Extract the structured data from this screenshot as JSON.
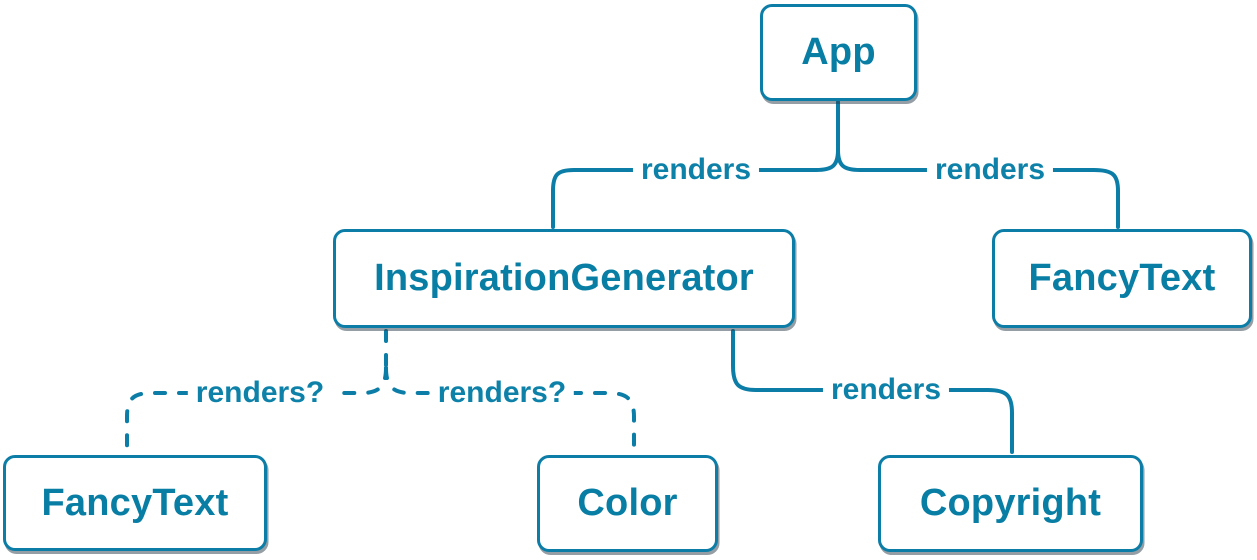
{
  "diagram": {
    "type": "component-tree",
    "colors": {
      "stroke": "#0b7da6",
      "node_border": "#0b7da6",
      "node_fill": "#ffffff",
      "text": "#087ea4",
      "edge_label_text": "#0d81a8",
      "shadow": "rgba(42,62,74,0.5)",
      "background": "#ffffff"
    },
    "nodes": [
      {
        "id": "app",
        "label": "App"
      },
      {
        "id": "inspiration-generator",
        "label": "InspirationGenerator"
      },
      {
        "id": "fancy-text-top",
        "label": "FancyText"
      },
      {
        "id": "fancy-text-bottom",
        "label": "FancyText"
      },
      {
        "id": "color",
        "label": "Color"
      },
      {
        "id": "copyright",
        "label": "Copyright"
      }
    ],
    "edges": [
      {
        "from": "App",
        "to": "InspirationGenerator",
        "label": "renders",
        "style": "solid"
      },
      {
        "from": "App",
        "to": "FancyText",
        "label": "renders",
        "style": "solid"
      },
      {
        "from": "InspirationGenerator",
        "to": "FancyText",
        "label": "renders?",
        "style": "dashed"
      },
      {
        "from": "InspirationGenerator",
        "to": "Color",
        "label": "renders?",
        "style": "dashed"
      },
      {
        "from": "InspirationGenerator",
        "to": "Copyright",
        "label": "renders",
        "style": "solid"
      }
    ]
  }
}
